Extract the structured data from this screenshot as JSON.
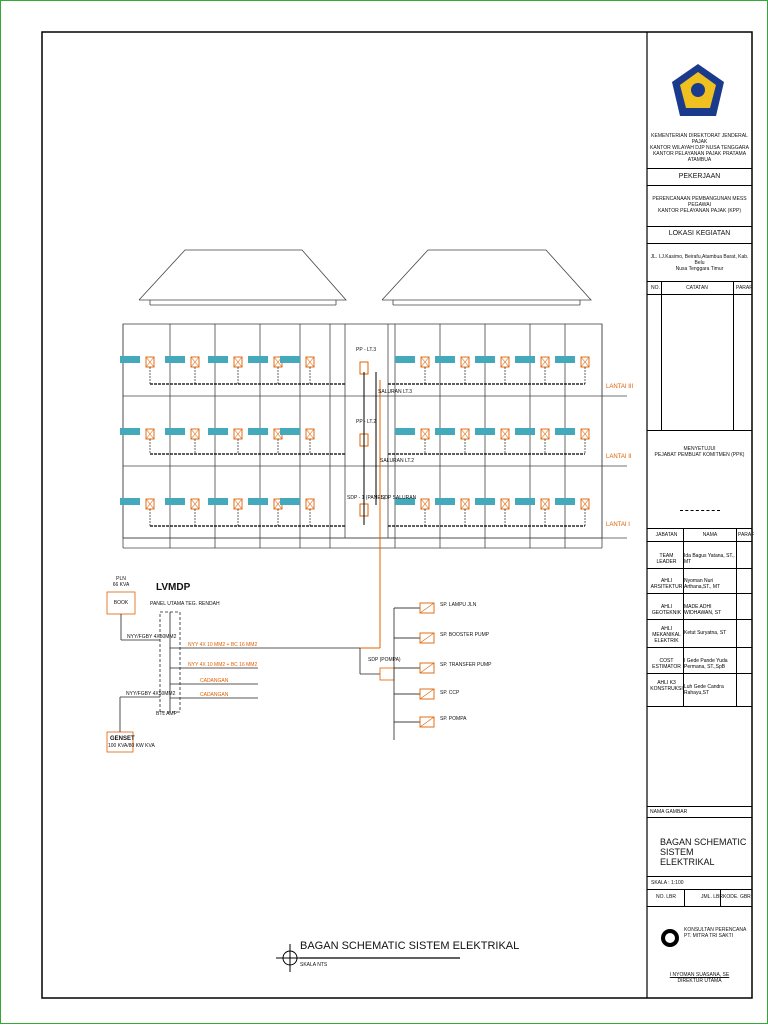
{
  "title_block": {
    "institution": [
      "KEMENTERIAN DIREKTORAT JENDERAL PAJAK",
      "KANTOR WILAYAH DJP NUSA TENGGARA",
      "KANTOR PELAYANAN PAJAK PRATAMA ATAMBUA"
    ],
    "pekerjaan_label": "PEKERJAAN",
    "pekerjaan_text": [
      "PERENCANAAN PEMBANGUNAN MESS PEGAWAI",
      "KANTOR PELAYANAN PAJAK (KPP)"
    ],
    "lokasi_label": "LOKASI KEGIATAN",
    "lokasi_text": [
      "JL. I.J.Kasimo, Beirafu,Atambua Barat, Kab. Belu",
      "Nusa Tenggara Timur"
    ],
    "notes_header": {
      "no": "NO.",
      "catatan": "CATATAN",
      "paraf": "PARAF"
    },
    "approval": [
      "MENYETUJUI",
      "PEJABAT PEMBUAT KOMITMEN (PPK)"
    ],
    "staff_header": {
      "jabatan": "JABATAN",
      "nama": "NAMA",
      "paraf": "PARAF"
    },
    "staff": [
      {
        "role": "TEAM LEADER",
        "name": "Ida Bagus Yatana, ST., MT"
      },
      {
        "role": "AHLI ARSITEKTUR",
        "name": "Nyoman Nuri Arthana,ST., MT"
      },
      {
        "role": "AHLI GEOTEKNIK",
        "name": "MADE ADHI WIDHAWAN, ST"
      },
      {
        "role": "AHLI MEKANIKAL ELEKTRIK",
        "name": "Ketut Suryatna, ST"
      },
      {
        "role": "COST ESTIMATOR",
        "name": "I Gede Pande Yuda Permana, ST.,SpB"
      },
      {
        "role": "AHLI K3 KONSTRUKSI",
        "name": "Luh Gede Candra Rahayu,ST"
      }
    ],
    "nama_gambar_label": "NAMA GAMBAR",
    "nama_gambar": [
      "BAGAN SCHEMATIC",
      "SISTEM ELEKTRIKAL"
    ],
    "skala": "SKALA : 1:100",
    "no_lbr": "NO. LBR",
    "jml_lbr": "JML. LBR",
    "kode_gbr": "KODE. GBR",
    "consultant": [
      "KONSULTAN PERENCANA",
      "PT. MITRA TRI SAKTI"
    ],
    "director_name": "I NYOMAN SUASANA, SE",
    "director_title": "DIREKTUR UTAMA"
  },
  "drawing": {
    "title": "BAGAN SCHEMATIC SISTEM ELEKTRIKAL",
    "scale": "SKALA NTS",
    "floors": [
      "LANTAI III",
      "LANTAI II",
      "LANTAI I"
    ],
    "panel_labels": [
      "PP - LT.3",
      "PP - LT.2",
      "SDP - 1 (PANEL)"
    ],
    "riser_labels": [
      "SALURAN LT.3",
      "SALURAN LT.2",
      "SDP SALURAN"
    ],
    "lvmdp_title": "LVMDP",
    "lvmdp_subtitle": "PANEL UTAMA TEG. RENDAH",
    "pln_label": [
      "PLN",
      "66 KVA"
    ],
    "pln_box": "BOOK",
    "genset_label": "GENSET",
    "genset_sub": "100 KVA/80 KW KVA",
    "cable_labels": [
      "NYY/FGBY 4X50MM2",
      "NYY/FGBY 4X50MM2"
    ],
    "feeder_labels": [
      "NYY 4X 10 MM2 + BC 16 MM2",
      "NYY 4X 10 MM2 + BC 16 MM2",
      "CADANGAN",
      "CADANGAN"
    ],
    "breaker_label": "BTL AMP",
    "sdp_label": "SDP (POMPA)",
    "sdp_outputs": [
      "SP. LAMPU JLN",
      "SP. BOOSTER PUMP",
      "SP. TRANSFER PUMP",
      "SP. CCP",
      "SP. POMPA"
    ]
  }
}
